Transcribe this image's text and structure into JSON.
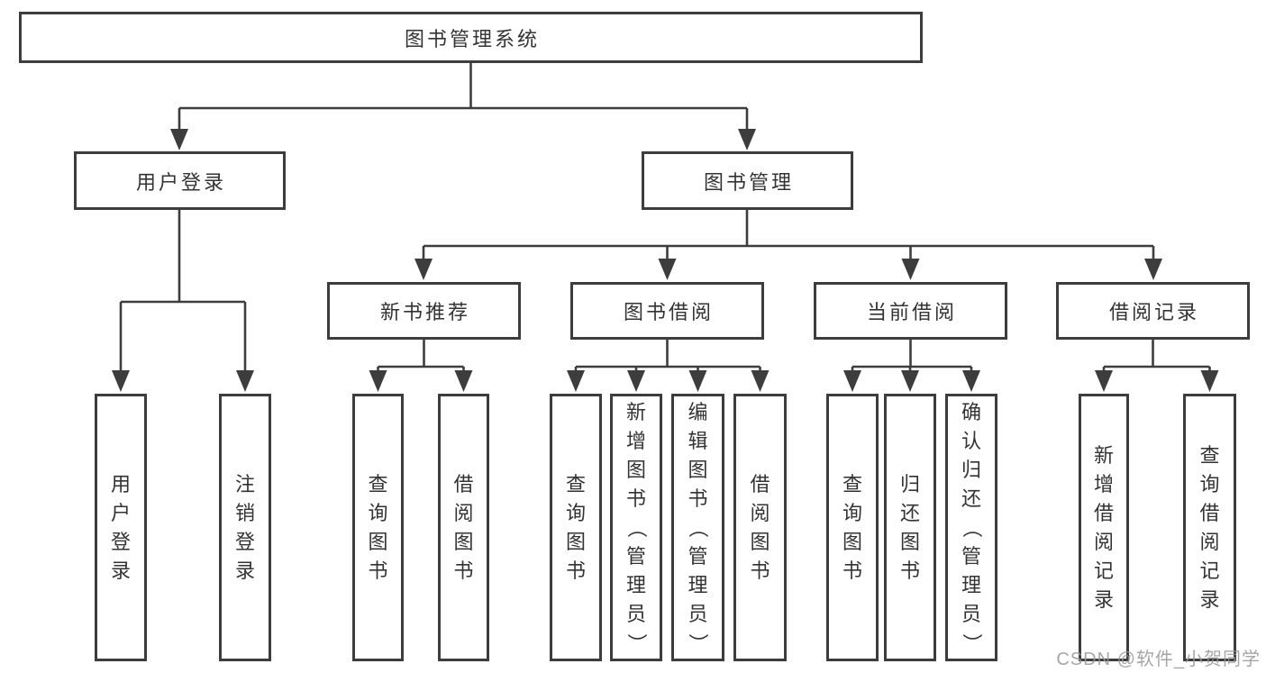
{
  "tree": {
    "root": {
      "label": "图书管理系统"
    },
    "branches": [
      {
        "label": "用户登录",
        "leaves": [
          {
            "label": "用户登录"
          },
          {
            "label": "注销登录"
          }
        ]
      },
      {
        "label": "图书管理",
        "groups": [
          {
            "label": "新书推荐",
            "leaves": [
              {
                "label": "查询图书"
              },
              {
                "label": "借阅图书"
              }
            ]
          },
          {
            "label": "图书借阅",
            "leaves": [
              {
                "label": "查询图书"
              },
              {
                "label": "新增图书（管理员）"
              },
              {
                "label": "编辑图书（管理员）"
              },
              {
                "label": "借阅图书"
              }
            ]
          },
          {
            "label": "当前借阅",
            "leaves": [
              {
                "label": "查询图书"
              },
              {
                "label": "归还图书"
              },
              {
                "label": "确认归还（管理员）"
              }
            ]
          },
          {
            "label": "借阅记录",
            "leaves": [
              {
                "label": "新增借阅记录"
              },
              {
                "label": "查询借阅记录"
              }
            ]
          }
        ]
      }
    ]
  },
  "watermark": {
    "text": "CSDN @软件_小贺同学"
  },
  "colors": {
    "line": "#3d3d3d",
    "box_border": "#3d3d3d",
    "text": "#333333",
    "watermark": "#969696",
    "background": "#ffffff"
  }
}
